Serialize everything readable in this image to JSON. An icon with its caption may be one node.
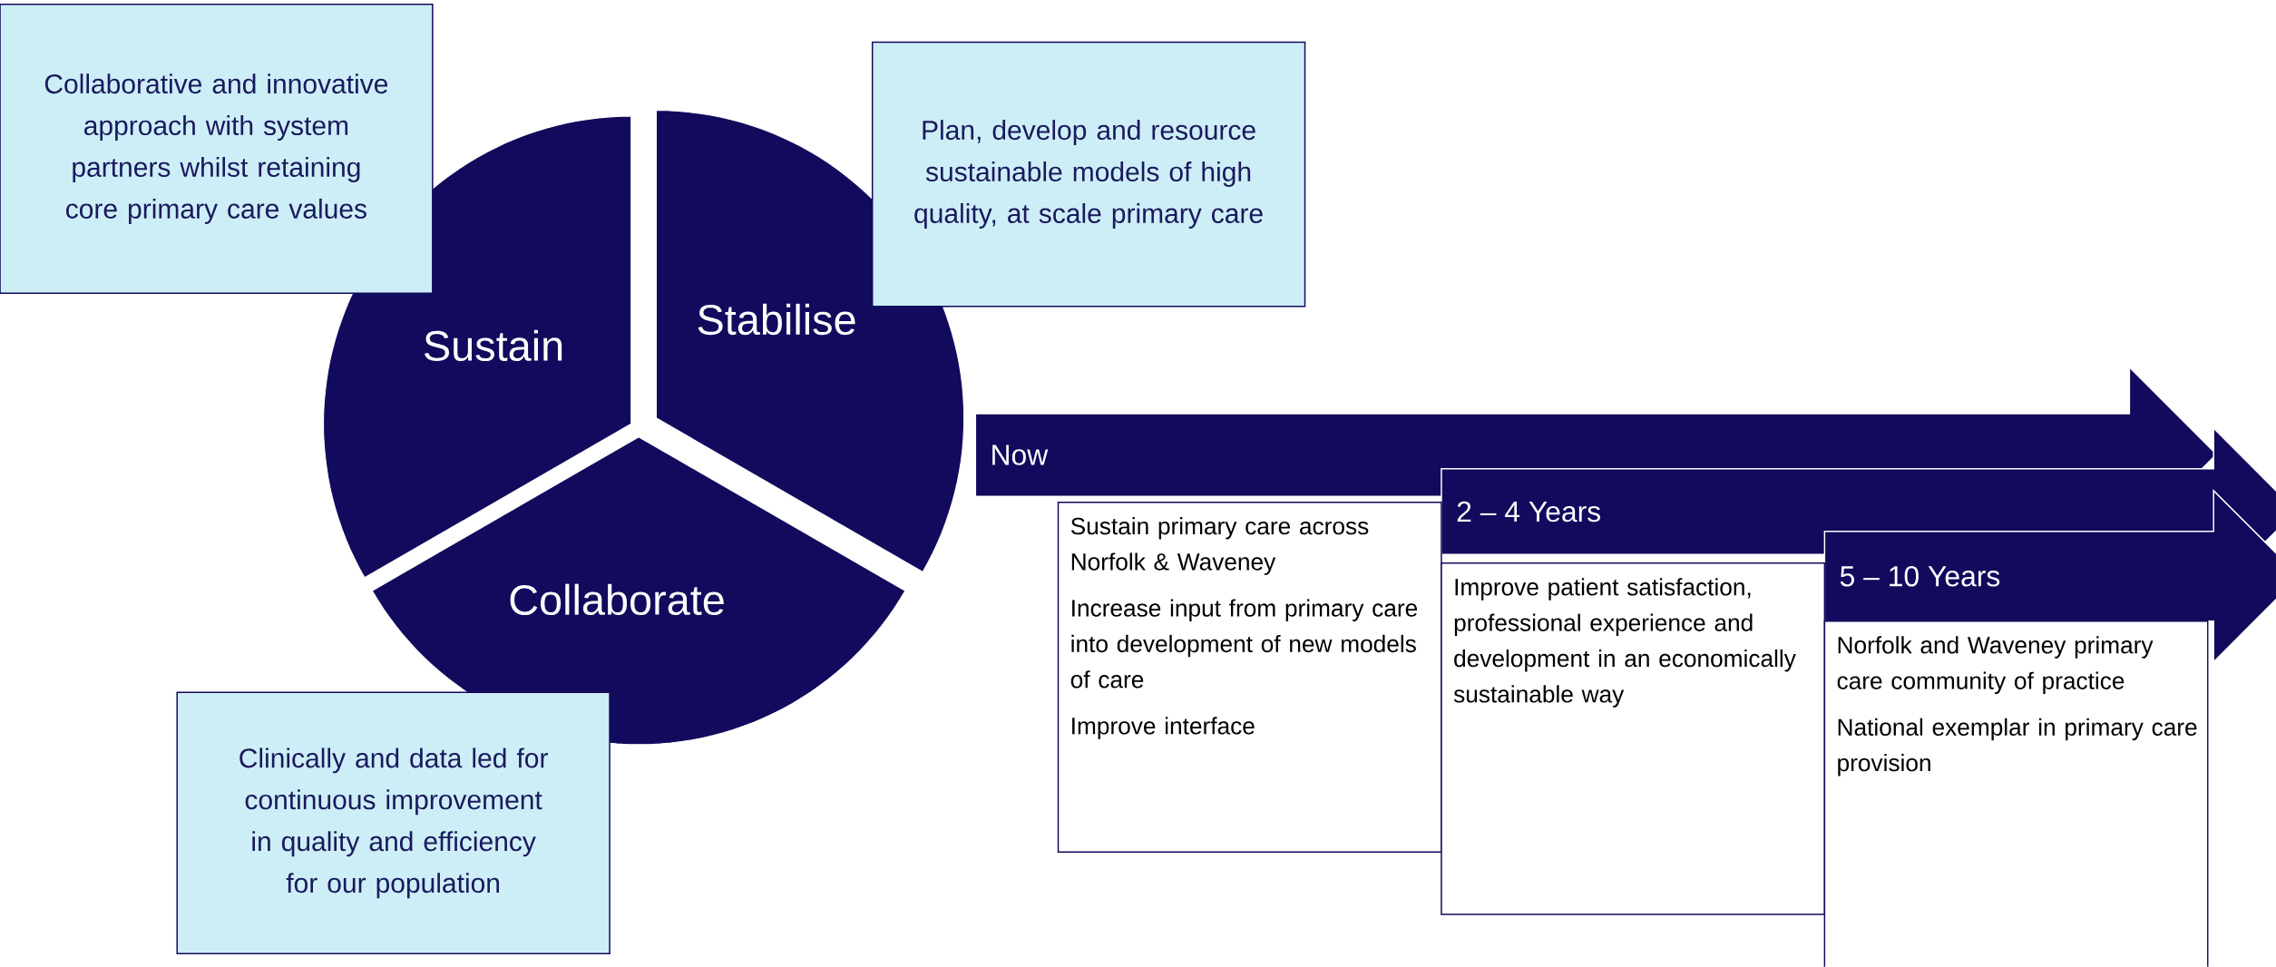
{
  "diagram": {
    "nodes": [
      {
        "text": [
          "Collaborative and innovative approach with system partners whilst retaining core primary care values"
        ]
      },
      {
        "text": [
          "Plan, develop  and resource sustainable models of high quality, at scale primary care"
        ]
      },
      {
        "text": [
          "Sustain"
        ]
      },
      {
        "text": [
          "Stabilise"
        ]
      },
      {
        "text": [
          "Collaborate"
        ]
      },
      {
        "text": [
          "Clinically and data led for continuous improvement in quality and efficiency for our population"
        ]
      },
      {
        "text": [
          "Now"
        ]
      },
      {
        "text": [
          "Sustain primary care across Norfolk & Waveney",
          "Increase input from primary care into development of new models of care",
          "Improve interface"
        ]
      },
      {
        "text": [
          "2 –  4 Years"
        ]
      },
      {
        "text": [
          "Improve patient satisfaction, professional experience and development in an economically sustainable way"
        ]
      },
      {
        "text": [
          "5 – 10 Years"
        ]
      },
      {
        "text": [
          "Norfolk and Waveney primary care community of practice",
          "National exemplar in primary care provision"
        ]
      }
    ]
  }
}
